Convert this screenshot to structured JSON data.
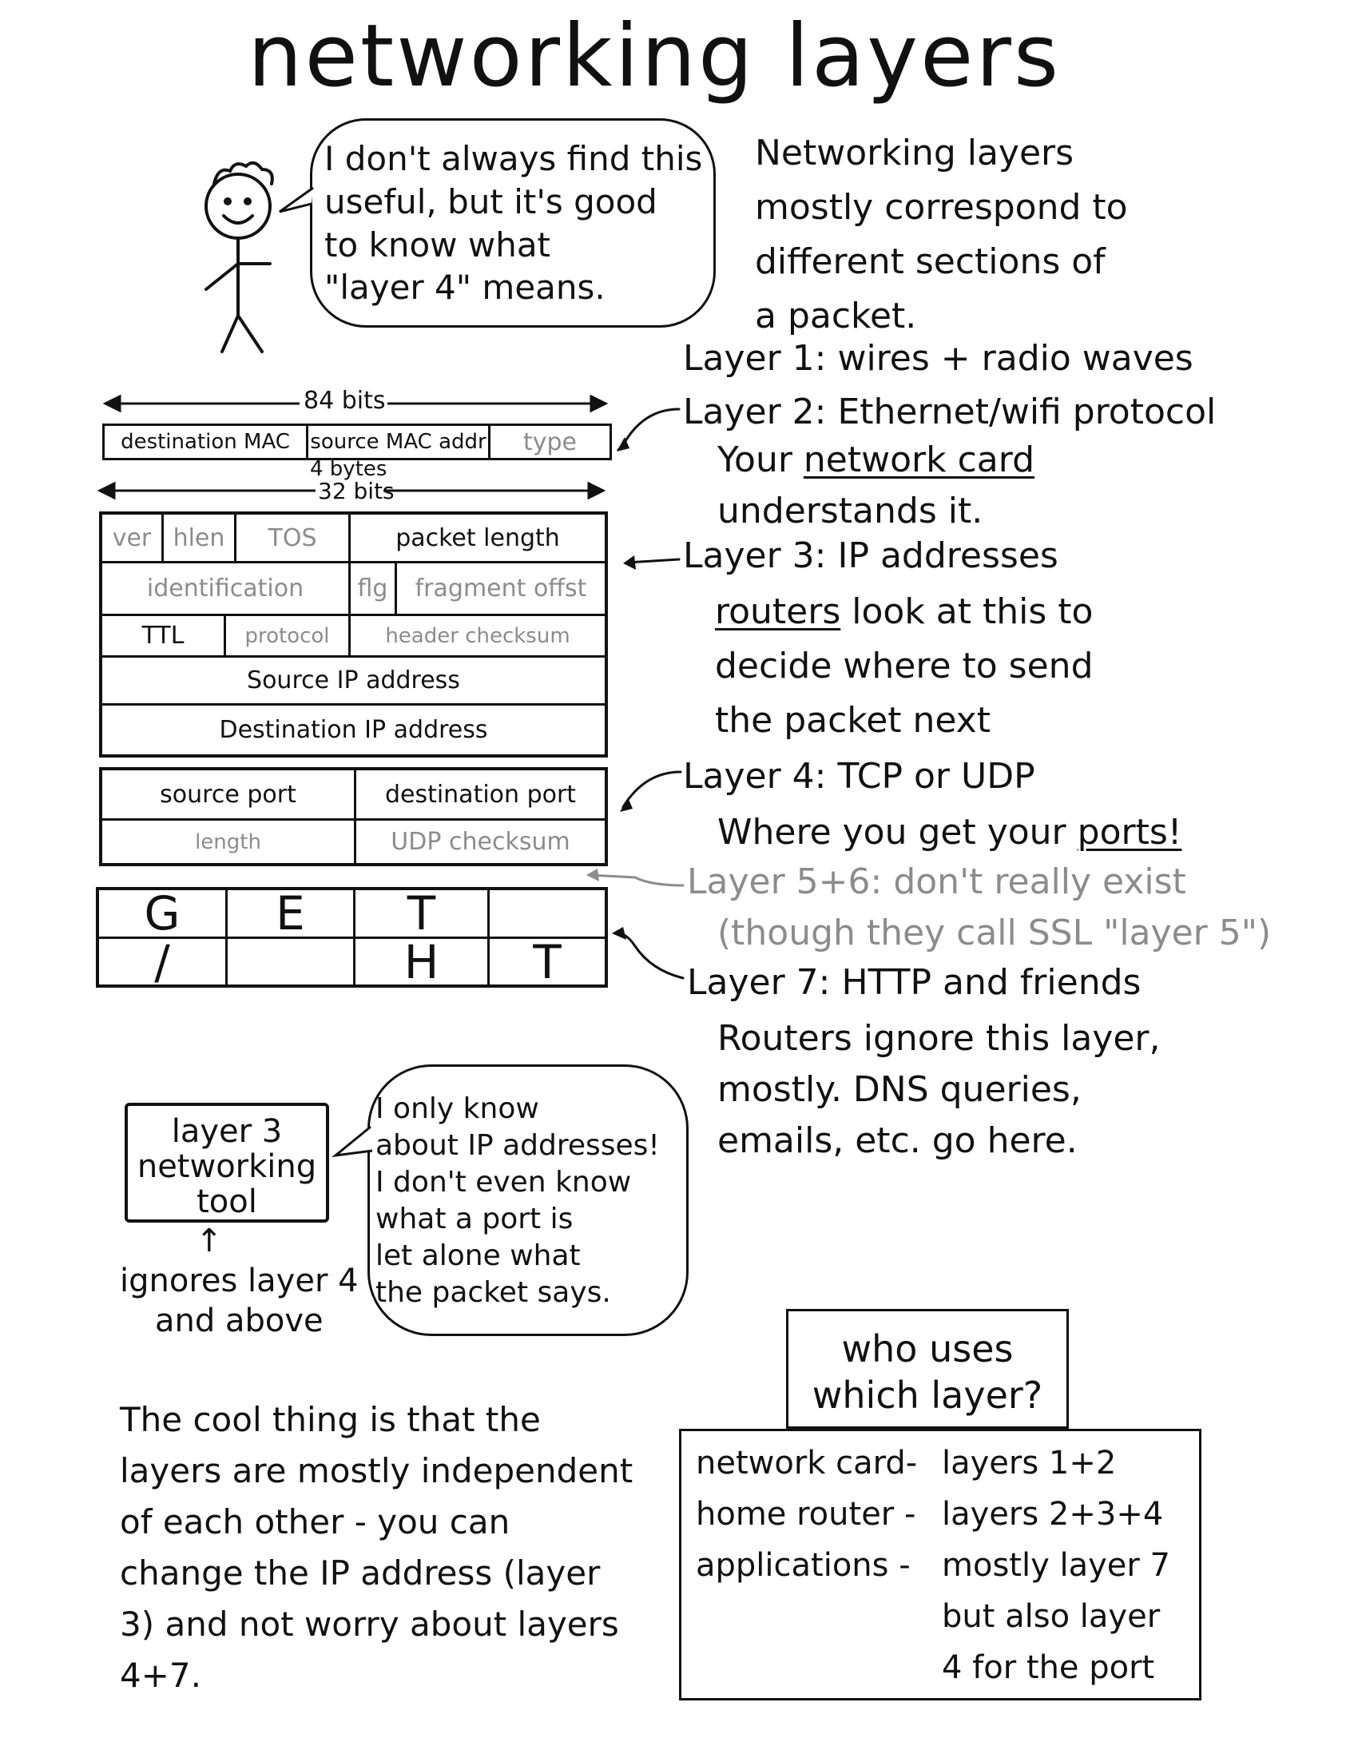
{
  "title": "networking layers",
  "speech_bubble_top": [
    "I don't always find this",
    "useful, but it's good",
    "to know what",
    "\"layer 4\" means."
  ],
  "intro": [
    "Networking layers",
    "mostly correspond to",
    "different sections of",
    "a packet."
  ],
  "layers": {
    "layer1": "Layer 1: wires + radio waves",
    "layer2": "Layer 2: Ethernet/wifi protocol",
    "layer2_desc_pre": "Your ",
    "layer2_desc_ul": "network card",
    "layer2_desc_line2": "understands it.",
    "layer3": "Layer 3: IP addresses",
    "layer3_ul": "routers",
    "layer3_desc_rest": " look at this to",
    "layer3_desc_line2": "decide where to send",
    "layer3_desc_line3": "the packet next",
    "layer4": "Layer 4: TCP or UDP",
    "layer4_desc_pre": "Where you get your ",
    "layer4_desc_ul": "ports!",
    "layer56": "Layer 5+6: don't really exist",
    "layer56_desc": "(though they call SSL \"layer 5\")",
    "layer7": "Layer 7: HTTP and friends",
    "layer7_desc": [
      "Routers ignore this layer,",
      "mostly. DNS queries,",
      "emails, etc. go here."
    ]
  },
  "ethernet_header": {
    "width_label": "84 bits",
    "fields": [
      "destination MAC",
      "source MAC addr",
      "type"
    ]
  },
  "ip_header": {
    "width_label_bytes": "4 bytes",
    "width_label_bits": "32 bits",
    "row1": [
      "ver",
      "hlen",
      "TOS",
      "packet length"
    ],
    "row2": [
      "identification",
      "flg",
      "fragment offst"
    ],
    "row3": [
      "TTL",
      "protocol",
      "header checksum"
    ],
    "row4": "Source IP address",
    "row5": "Destination IP address"
  },
  "udp_header": {
    "row1": [
      "source port",
      "destination port"
    ],
    "row2": [
      "length",
      "UDP checksum"
    ]
  },
  "payload": {
    "row1": [
      "G",
      "E",
      "T",
      ""
    ],
    "row2": [
      "/",
      "",
      "H",
      "T"
    ]
  },
  "tool_box": [
    "layer 3",
    "networking",
    "tool"
  ],
  "tool_arrow": "↑",
  "tool_caption": [
    "ignores layer 4",
    "and above"
  ],
  "tool_bubble": [
    "I only know",
    "about IP addresses!",
    "I don't even know",
    "what a port is",
    "let alone what",
    "the packet says."
  ],
  "cool_thing": [
    "The cool thing is that the",
    "layers are mostly independent",
    "of each other - you can",
    "change the IP address (layer",
    "3) and not worry about layers",
    "4+7."
  ],
  "who_uses": {
    "title": [
      "who uses",
      "which layer?"
    ],
    "rows": [
      {
        "who": "network card-",
        "what": "layers 1+2"
      },
      {
        "who": "home router -",
        "what": "layers 2+3+4"
      },
      {
        "who": "applications -",
        "what": "mostly layer 7"
      }
    ],
    "extra": [
      "but also layer",
      "4 for the port"
    ]
  }
}
